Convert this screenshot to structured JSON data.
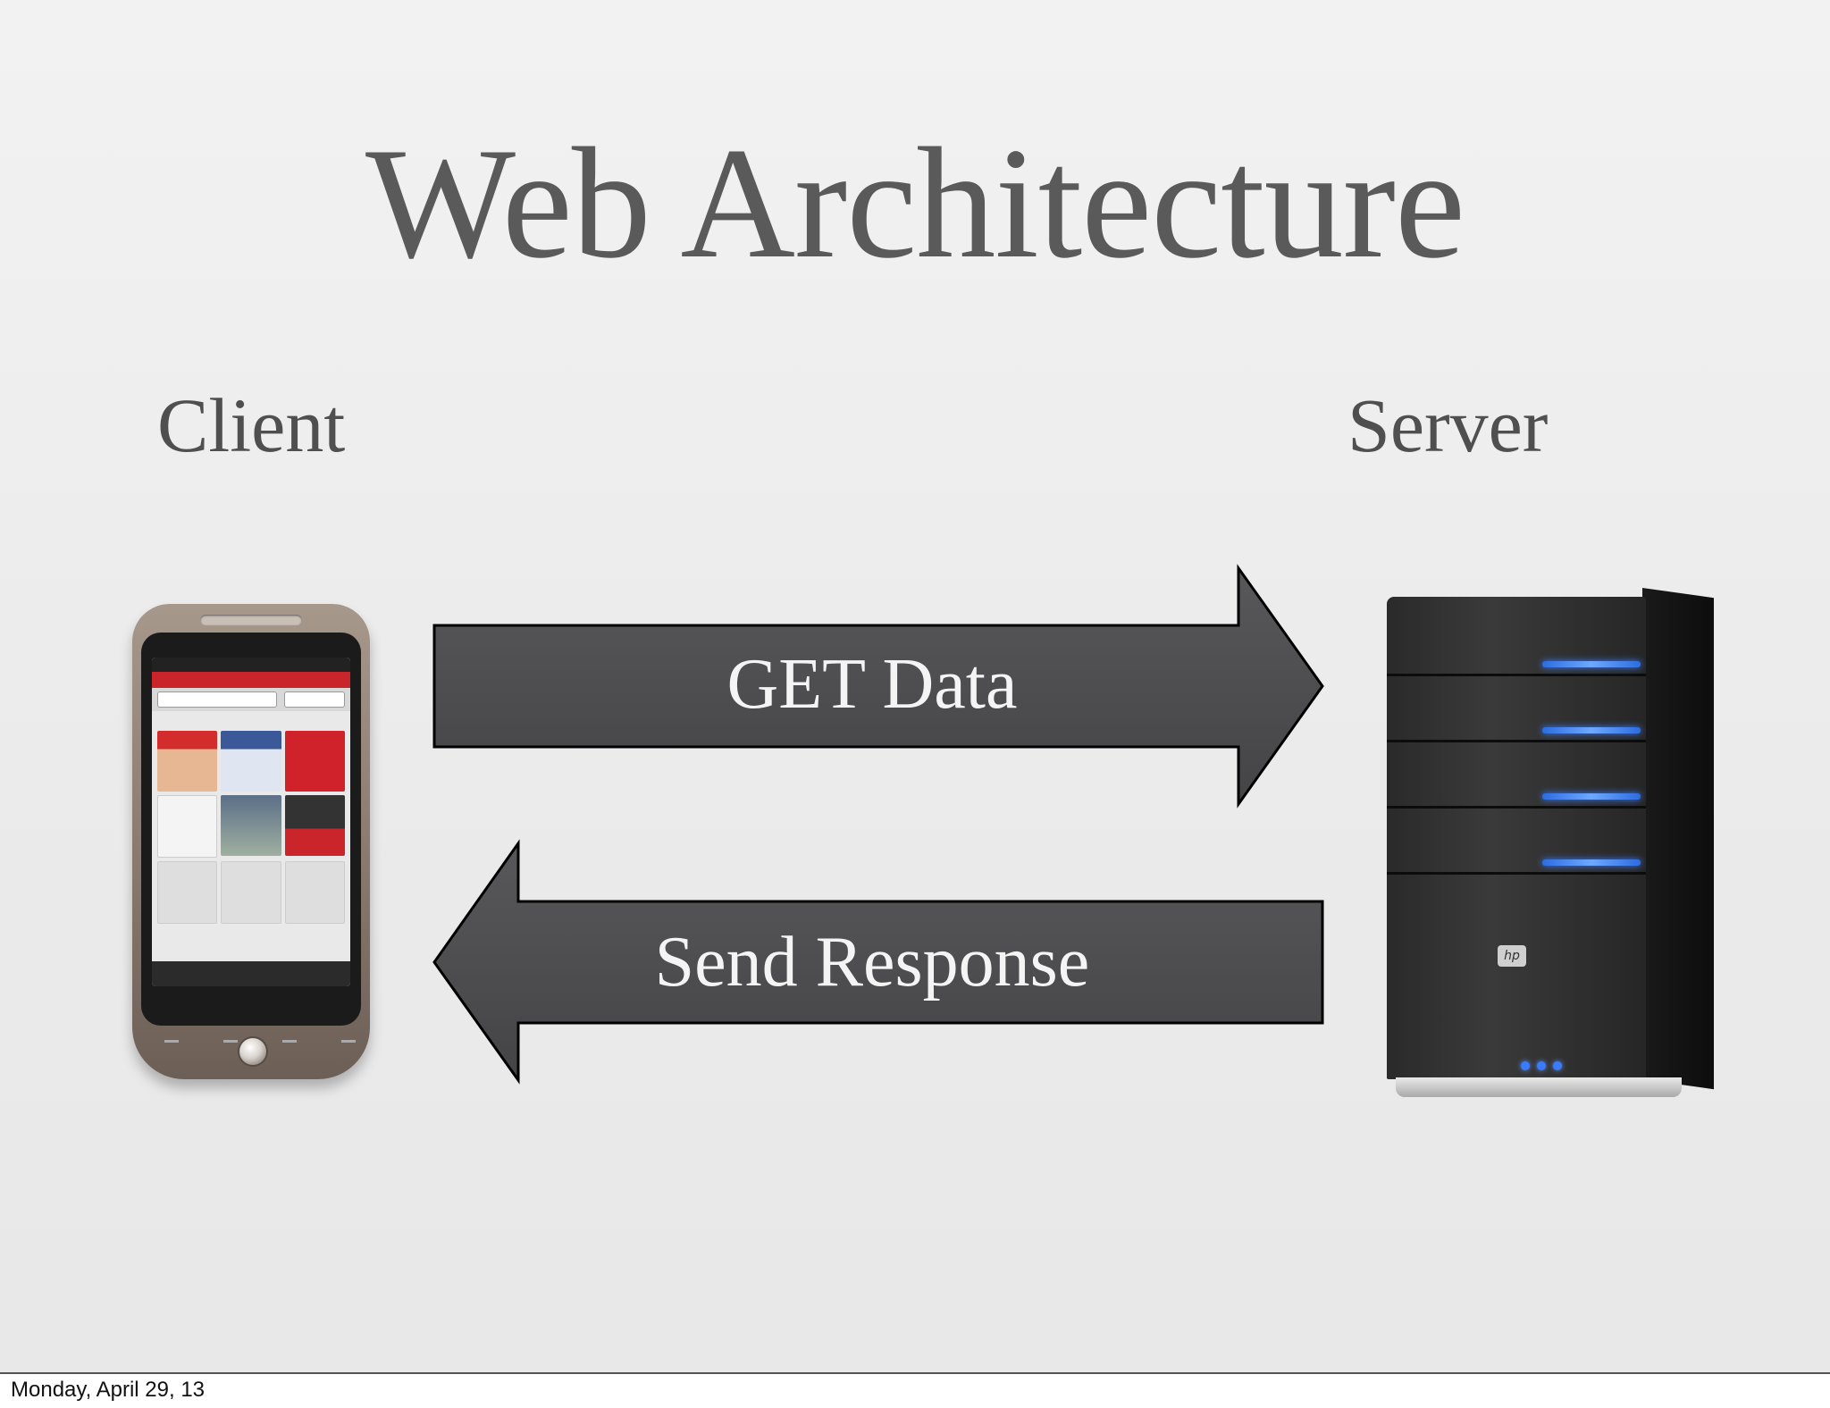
{
  "slide": {
    "title": "Web Architecture",
    "client_label": "Client",
    "server_label": "Server"
  },
  "arrows": {
    "request_label": "GET Data",
    "response_label": "Send Response"
  },
  "footer": {
    "date": "Monday, April 29, 13"
  },
  "colors": {
    "arrow_fill": "#4d4d4f",
    "arrow_stroke": "#000000",
    "title_color": "#5a5a5a",
    "server_led": "#3a7bff"
  },
  "icons": {
    "client_device": "smartphone-icon",
    "server_device": "server-tower-icon",
    "server_brand": "hp"
  }
}
